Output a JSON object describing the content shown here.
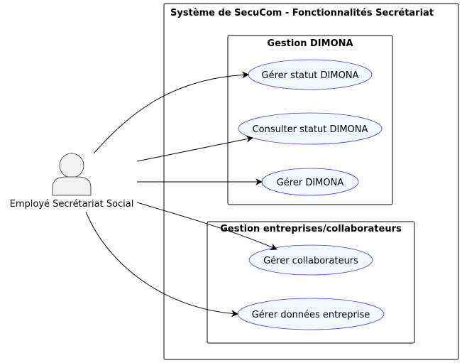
{
  "system": {
    "title": "Système de SecuCom - Fonctionnalités Secrétariat"
  },
  "packages": [
    {
      "title": "Gestion DIMONA"
    },
    {
      "title": "Gestion entreprises/collaborateurs"
    }
  ],
  "actor": {
    "label": "Employé Secrétariat Social",
    "icon": "user-icon"
  },
  "use_cases": [
    {
      "label": "Gérer statut DIMONA"
    },
    {
      "label": "Consulter statut DIMONA"
    },
    {
      "label": "Gérer DIMONA"
    },
    {
      "label": "Gérer collaborateurs"
    },
    {
      "label": "Gérer données entreprise"
    }
  ],
  "colors": {
    "use_case_fill": "#f1f8ff",
    "use_case_stroke": "#3a3af0",
    "actor_fill": "#f1f1f1",
    "border": "#000000"
  }
}
